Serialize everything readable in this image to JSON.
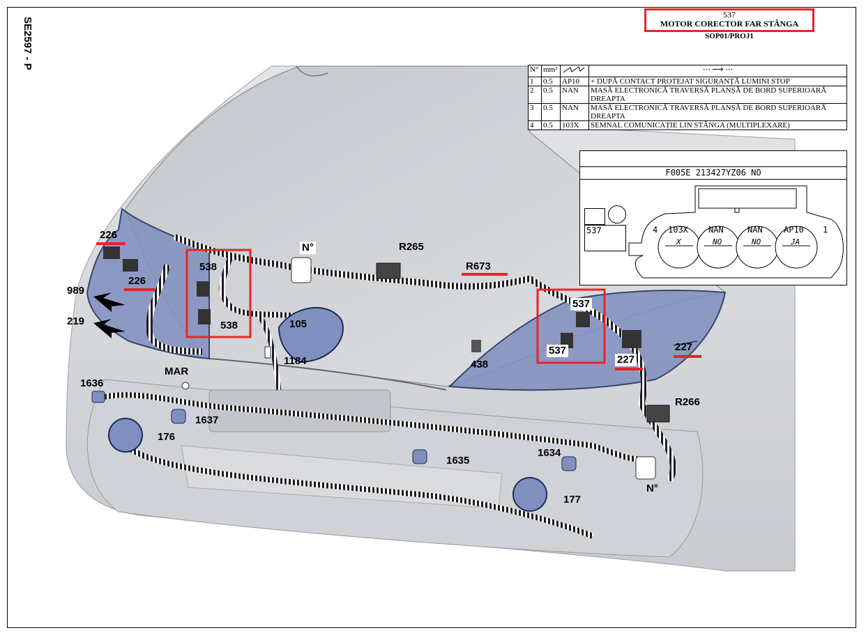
{
  "side_code": "SE2597 - P",
  "header": {
    "number": "537",
    "title": "MOTOR CORECTOR FAR STÂNGA",
    "subtitle": "SOP01/PROJ1"
  },
  "wire_table": {
    "columns": [
      "N°",
      "mm²",
      "",
      "⋯ ⟶ ⋯"
    ],
    "rows": [
      {
        "no": "1",
        "mm2": "0.5",
        "code": "AP10",
        "desc": "+ DUPĂ CONTACT PROTEJAT SIGURANȚĂ LUMINI STOP"
      },
      {
        "no": "2",
        "mm2": "0.5",
        "code": "NAN",
        "desc": "MASĂ ELECTRONICĂ TRAVERSĂ PLANȘĂ DE BORD SUPERIOARĂ DREAPTA"
      },
      {
        "no": "3",
        "mm2": "0.5",
        "code": "NAN",
        "desc": "MASĂ ELECTRONICĂ TRAVERSĂ PLANȘĂ DE BORD SUPERIOARĂ DREAPTA"
      },
      {
        "no": "4",
        "mm2": "0.5",
        "code": "103X",
        "desc": "SEMNAL COMUNICAȚIE LIN STÂNGA (MULTIPLEXARE)"
      }
    ]
  },
  "connector": {
    "ref": "F005E 213427YZ06 NO",
    "component": "537",
    "pin_left_no": "4",
    "pin_right_no": "1",
    "pins": [
      {
        "top": "103X",
        "bottom": "X"
      },
      {
        "top": "NAN",
        "bottom": "NO"
      },
      {
        "top": "NAN",
        "bottom": "NO"
      },
      {
        "top": "AP10",
        "bottom": "JA"
      }
    ]
  },
  "callouts": {
    "c226a": "226",
    "c226b": "226",
    "c989": "989",
    "c219": "219",
    "c538a": "538",
    "c538b": "538",
    "cNa": "N°",
    "cR265": "R265",
    "cR673": "R673",
    "c105": "105",
    "c1184": "1184",
    "cMAR": "MAR",
    "c438": "438",
    "c537a": "537",
    "c537b": "537",
    "c227a": "227",
    "c227b": "227",
    "cR266": "R266",
    "c1636": "1636",
    "c1637": "1637",
    "c176": "176",
    "c1635": "1635",
    "c1634": "1634",
    "c177": "177",
    "cNb": "N°"
  },
  "colors": {
    "highlight": "#e8232a",
    "body": "#d7d9dc",
    "headlamp": "#7f8fbf",
    "harness": "#222222"
  }
}
